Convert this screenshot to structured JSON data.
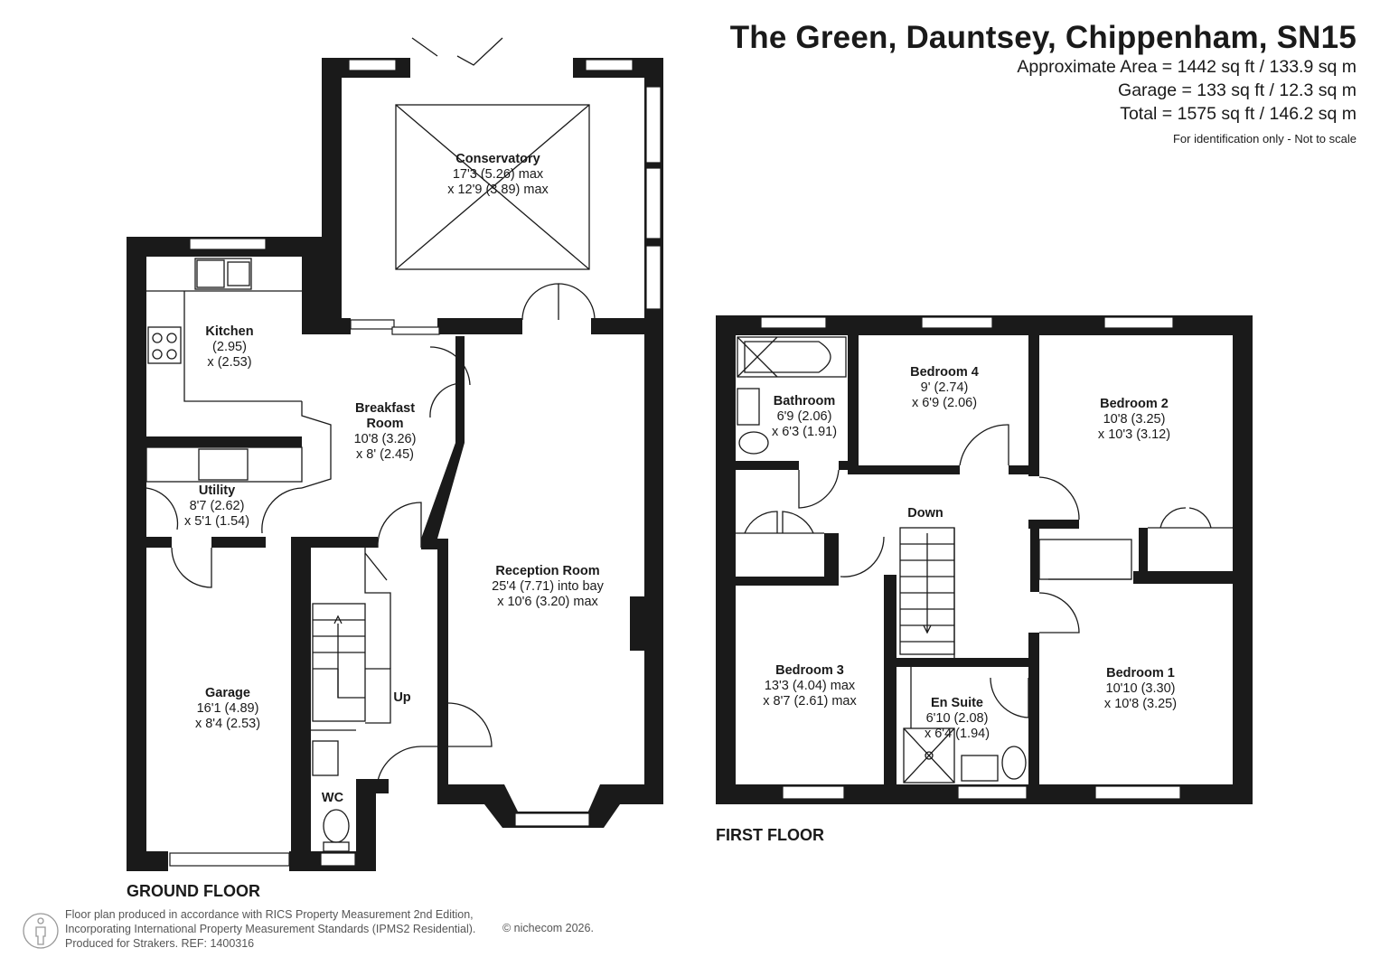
{
  "header": {
    "title": "The Green, Dauntsey, Chippenham, SN15",
    "approx_area": "Approximate Area = 1442 sq ft / 133.9 sq m",
    "garage_area": "Garage = 133 sq ft / 12.3 sq m",
    "total_area": "Total = 1575 sq ft / 146.2 sq m",
    "disclaimer": "For identification only - Not to scale"
  },
  "ground_floor": {
    "name": "GROUND FLOOR",
    "rooms": {
      "conservatory": {
        "name": "Conservatory",
        "d1": "17'3 (5.26) max",
        "d2": "x 12'9 (3.89) max"
      },
      "kitchen": {
        "name": "Kitchen",
        "d1": "(2.95)",
        "d2": "x (2.53)"
      },
      "breakfast": {
        "name1": "Breakfast",
        "name2": "Room",
        "d1": "10'8 (3.26)",
        "d2": "x 8' (2.45)"
      },
      "utility": {
        "name": "Utility",
        "d1": "8'7 (2.62)",
        "d2": "x 5'1 (1.54)"
      },
      "reception": {
        "name": "Reception Room",
        "d1": "25'4 (7.71) into bay",
        "d2": "x 10'6 (3.20) max"
      },
      "garage": {
        "name": "Garage",
        "d1": "16'1 (4.89)",
        "d2": "x 8'4 (2.53)"
      },
      "wc": {
        "name": "WC"
      },
      "stairs": {
        "label": "Up"
      }
    }
  },
  "first_floor": {
    "name": "FIRST FLOOR",
    "rooms": {
      "bathroom": {
        "name": "Bathroom",
        "d1": "6'9 (2.06)",
        "d2": "x 6'3 (1.91)"
      },
      "bedroom4": {
        "name": "Bedroom 4",
        "d1": "9' (2.74)",
        "d2": "x 6'9 (2.06)"
      },
      "bedroom2": {
        "name": "Bedroom 2",
        "d1": "10'8 (3.25)",
        "d2": "x 10'3 (3.12)"
      },
      "bedroom3": {
        "name": "Bedroom 3",
        "d1": "13'3 (4.04) max",
        "d2": "x 8'7 (2.61) max"
      },
      "ensuite": {
        "name": "En Suite",
        "d1": "6'10 (2.08)",
        "d2": "x 6'4 (1.94)"
      },
      "bedroom1": {
        "name": "Bedroom 1",
        "d1": "10'10 (3.30)",
        "d2": "x 10'8 (3.25)"
      },
      "stairs": {
        "label": "Down"
      }
    }
  },
  "footer": {
    "line1": "Floor plan produced in accordance with RICS Property Measurement 2nd Edition,",
    "line2": "Incorporating International Property Measurement Standards (IPMS2 Residential).",
    "line3": "Produced for Strakers.   REF: 1400316",
    "copyright": "© nichecom 2026."
  }
}
